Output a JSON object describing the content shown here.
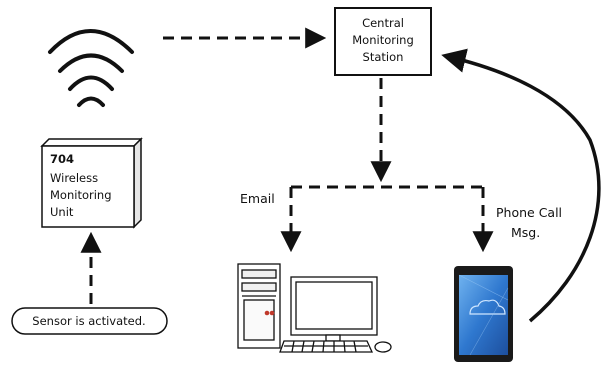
{
  "unit": {
    "number": "704",
    "line1": "Wireless",
    "line2": "Monitoring",
    "line3": "Unit"
  },
  "station": {
    "line1": "Central",
    "line2": "Monitoring",
    "line3": "Station"
  },
  "sensor_label": "Sensor is activated.",
  "email_label": "Email",
  "phone_label_line1": "Phone Call",
  "phone_label_line2": "Msg.",
  "icons": [
    "wireless-signal-icon",
    "desktop-computer-icon",
    "smartphone-icon"
  ],
  "colors": {
    "ink": "#111111",
    "phone_screen": "#3a7fd0"
  }
}
